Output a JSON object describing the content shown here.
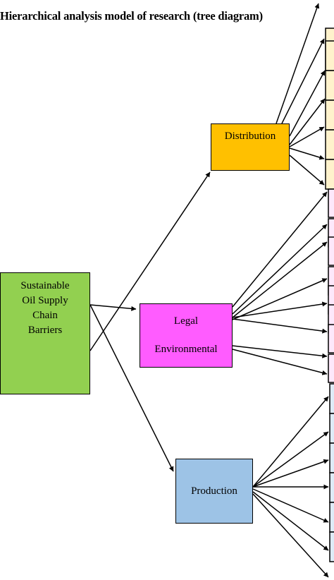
{
  "title": "Hierarchical analysis model of research (tree diagram)",
  "nodes": {
    "root": [
      "Sustainable",
      "Oil Supply",
      "Chain",
      "Barriers"
    ],
    "distribution": "Distribution",
    "legal": [
      "Legal",
      "Environmental"
    ],
    "production": "Production"
  },
  "colors": {
    "root": "#92d050",
    "distribution": "#ffc000",
    "legal": "#ff5cff",
    "production": "#9dc3e6",
    "leaf_distribution": "#fff2cc",
    "leaf_legal": "#fde9fb",
    "leaf_production": "#deebf7"
  }
}
